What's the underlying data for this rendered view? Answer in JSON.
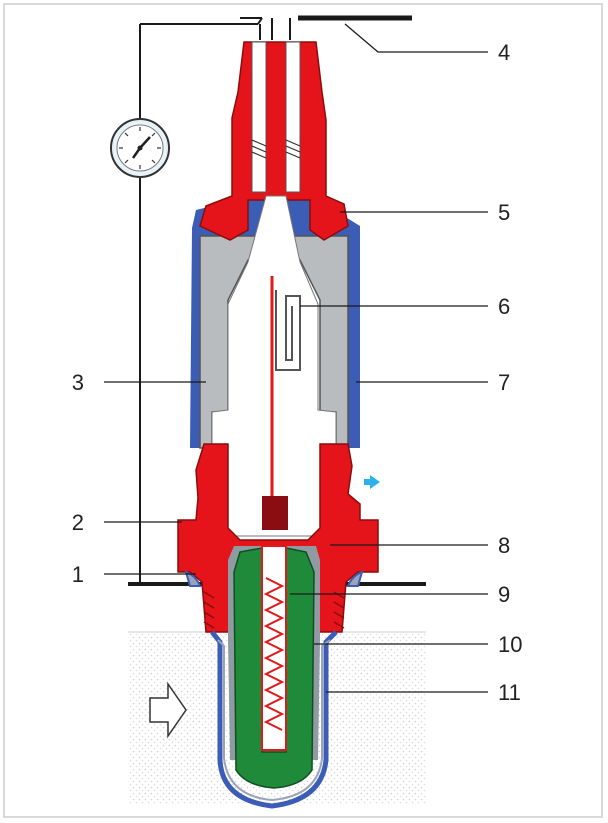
{
  "callouts": [
    {
      "id": "c1",
      "label": "1"
    },
    {
      "id": "c2",
      "label": "2"
    },
    {
      "id": "c3",
      "label": "3"
    },
    {
      "id": "c4",
      "label": "4"
    },
    {
      "id": "c5",
      "label": "5"
    },
    {
      "id": "c6",
      "label": "6"
    },
    {
      "id": "c7",
      "label": "7"
    },
    {
      "id": "c8",
      "label": "8"
    },
    {
      "id": "c9",
      "label": "9"
    },
    {
      "id": "c10",
      "label": "10"
    },
    {
      "id": "c11",
      "label": "11"
    }
  ],
  "colors": {
    "housing_red": "#e5141b",
    "ceramic_gray": "#b9bcbe",
    "sleeve_blue": "#3b5db6",
    "sensor_green": "#1f8a3a",
    "heater_red": "#e01a1a",
    "heater_fill": "#ffffff",
    "exhaust_dots": "#e6e6e6",
    "ink": "#1a1a1a",
    "flow_arrow": "#29b3ea"
  },
  "icons": {
    "gauge": "voltmeter-gauge-icon",
    "exhaust_flow": "exhaust-flow-arrow-icon",
    "air_inlet": "air-inlet-arrow-icon"
  }
}
